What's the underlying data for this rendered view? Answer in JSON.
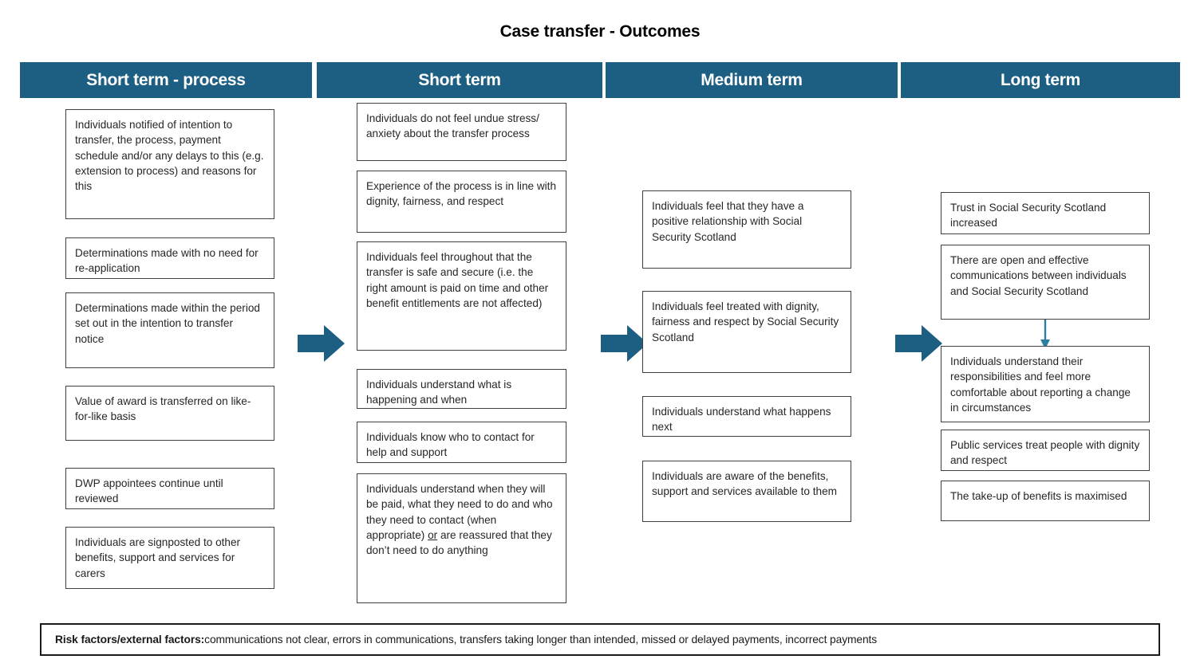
{
  "title": "Case transfer - Outcomes",
  "theme": {
    "header_fill": "#1d5f83",
    "arrow_fill": "#1d5f83",
    "box_border": "#404040",
    "text": "#262626",
    "background": "#ffffff"
  },
  "columns": [
    {
      "id": "short-term-process",
      "header": "Short term - process",
      "boxes": [
        {
          "text": "Individuals notified of intention to transfer, the process, payment schedule and/or any delays to this (e.g. extension to process) and reasons for this"
        },
        {
          "text": "Determinations made with no need for re-application"
        },
        {
          "text": "Determinations made within the period set out in the intention to transfer notice"
        },
        {
          "text": "Value of award is transferred on like-for-like basis"
        },
        {
          "text": "DWP appointees continue until reviewed"
        },
        {
          "text": "Individuals are signposted to other benefits, support and services for carers"
        }
      ]
    },
    {
      "id": "short-term",
      "header": "Short term",
      "boxes": [
        {
          "text": "Individuals do not feel undue stress/ anxiety about the transfer process"
        },
        {
          "text": "Experience of the process is in line with dignity, fairness, and respect"
        },
        {
          "text": "Individuals feel throughout that the transfer is safe and secure (i.e. the right amount is paid on time and other benefit entitlements are not affected)"
        },
        {
          "text": "Individuals understand what is happening and when"
        },
        {
          "text": "Individuals know who to contact for help and support"
        },
        {
          "text": "Individuals understand when they will be paid, what they need to do and who they need to contact (when appropriate) or are reassured that they don’t need to do anything",
          "html": "Individuals understand when they will be paid, what they need to do and who they need to contact (when appropriate) <u>or</u> are reassured that they don’t need to do anything"
        }
      ]
    },
    {
      "id": "medium-term",
      "header": "Medium term",
      "boxes": [
        {
          "text": "Individuals feel that they have a positive relationship with Social Security Scotland"
        },
        {
          "text": "Individuals feel treated with dignity, fairness and respect by Social Security Scotland"
        },
        {
          "text": "Individuals understand what happens next"
        },
        {
          "text": "Individuals are aware of the benefits, support and services available to them"
        }
      ]
    },
    {
      "id": "long-term",
      "header": "Long term",
      "boxes": [
        {
          "text": "Trust in Social Security Scotland increased"
        },
        {
          "text": "There are open and effective communications between individuals and Social Security Scotland"
        },
        {
          "text": "Individuals understand their responsibilities and feel more comfortable about reporting a change in circumstances"
        },
        {
          "text": "Public services treat people with dignity and respect"
        },
        {
          "text": "The take-up of benefits is maximised"
        }
      ]
    }
  ],
  "connectors": {
    "block_arrows": 3,
    "down_arrows": 1
  },
  "risk": {
    "label": "Risk factors/external factors:",
    "text": " communications not clear, errors in communications, transfers taking longer than intended, missed or delayed payments, incorrect payments"
  }
}
